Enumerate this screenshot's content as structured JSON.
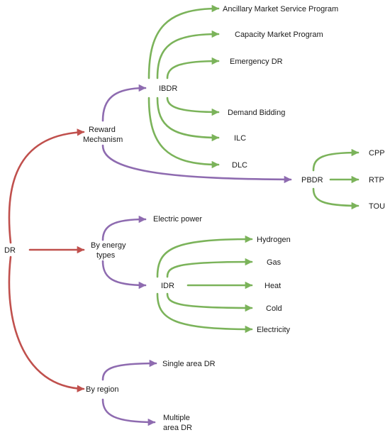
{
  "colors": {
    "root": "#c0504d",
    "purple": "#8e6bb0",
    "green": "#7bb35a",
    "text": "#1a1a1a",
    "background": "#ffffff"
  },
  "nodes": {
    "dr": "DR",
    "reward_mechanism": [
      "Reward",
      "Mechanism"
    ],
    "ibdr": "IBDR",
    "pbdr": "PBDR",
    "by_energy_types": [
      "By energy",
      "types"
    ],
    "by_region": "By region",
    "idr": "IDR",
    "electric_power": "Electric power",
    "single_area_dr": "Single area DR",
    "multiple_area_dr": [
      "Multiple",
      "area DR"
    ]
  },
  "ibdr_programs": [
    "Ancillary Market Service Program",
    "Capacity Market Program",
    "Emergency DR",
    "Demand Bidding",
    "ILC",
    "DLC"
  ],
  "pbdr_programs": [
    "CPP",
    "RTP",
    "TOU"
  ],
  "idr_energies": [
    "Hydrogen",
    "Gas",
    "Heat",
    "Cold",
    "Electricity"
  ]
}
